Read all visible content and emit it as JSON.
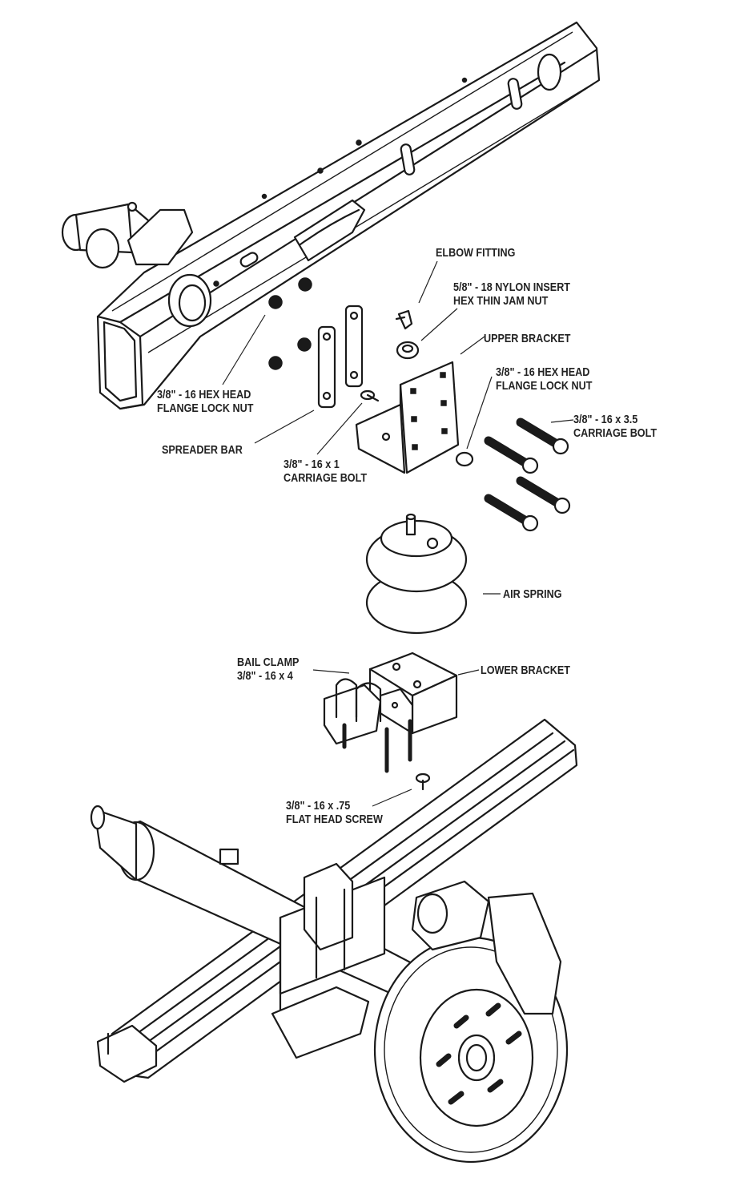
{
  "labels": {
    "elbow_fitting": "ELBOW FITTING",
    "jam_nut_line1": "5/8\" - 18 NYLON INSERT",
    "jam_nut_line2": "HEX THIN JAM NUT",
    "upper_bracket": "UPPER BRACKET",
    "hex_nut_right_line1": "3/8\" - 16 HEX HEAD",
    "hex_nut_right_line2": "FLANGE LOCK NUT",
    "carriage_bolt_long_line1": "3/8\" - 16 x 3.5",
    "carriage_bolt_long_line2": "CARRIAGE BOLT",
    "hex_nut_left_line1": "3/8\" - 16 HEX HEAD",
    "hex_nut_left_line2": "FLANGE LOCK NUT",
    "spreader_bar": "SPREADER BAR",
    "carriage_bolt_short_line1": "3/8\" - 16 x 1",
    "carriage_bolt_short_line2": "CARRIAGE BOLT",
    "air_spring": "AIR SPRING",
    "bail_clamp_line1": "BAIL CLAMP",
    "bail_clamp_line2": "3/8\" - 16 x 4",
    "lower_bracket": "LOWER BRACKET",
    "flat_head_line1": "3/8\" - 16 x .75",
    "flat_head_line2": "FLAT HEAD SCREW"
  }
}
